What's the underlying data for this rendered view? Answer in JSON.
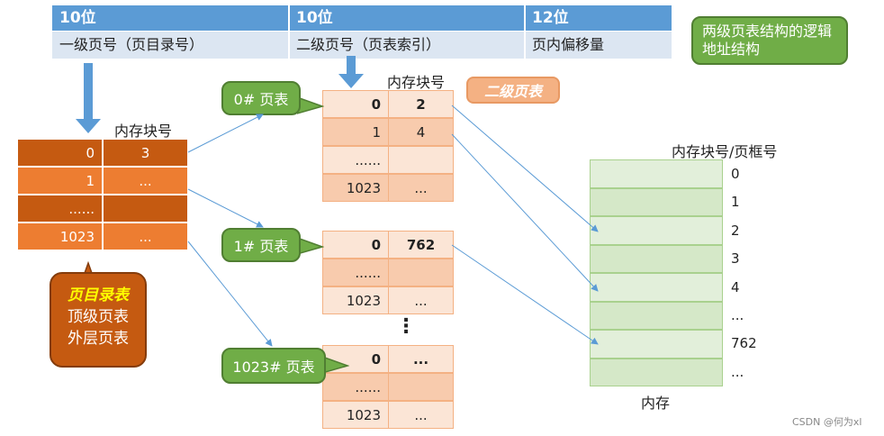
{
  "address_format": {
    "fields": [
      {
        "bits": "10位",
        "name": "一级页号（页目录号）"
      },
      {
        "bits": "10位",
        "name": "二级页号（页表索引）"
      },
      {
        "bits": "12位",
        "name": "页内偏移量"
      }
    ],
    "note": "两级页表结构的逻辑地址结构"
  },
  "page_directory": {
    "header": "内存块号",
    "rows": [
      {
        "index": "0",
        "block": "3"
      },
      {
        "index": "1",
        "block": "..."
      },
      {
        "index": "......",
        "block": ""
      },
      {
        "index": "1023",
        "block": "..."
      }
    ],
    "callout_title": "页目录表",
    "callout_line2": "顶级页表",
    "callout_line3": "外层页表"
  },
  "second_level": {
    "header": "内存块号",
    "label": "二级页表",
    "ellipsis": "⋮",
    "tables": [
      {
        "name": "0# 页表",
        "rows": [
          {
            "index": "0",
            "block": "2"
          },
          {
            "index": "1",
            "block": "4"
          },
          {
            "index": "......",
            "block": ""
          },
          {
            "index": "1023",
            "block": "..."
          }
        ]
      },
      {
        "name": "1# 页表",
        "rows": [
          {
            "index": "0",
            "block": "762"
          },
          {
            "index": "......",
            "block": ""
          },
          {
            "index": "1023",
            "block": "..."
          }
        ]
      },
      {
        "name": "1023# 页表",
        "rows": [
          {
            "index": "0",
            "block": "..."
          },
          {
            "index": "......",
            "block": ""
          },
          {
            "index": "1023",
            "block": "..."
          }
        ]
      }
    ]
  },
  "memory": {
    "header": "内存块号/页框号",
    "labels": [
      "0",
      "1",
      "2",
      "3",
      "4",
      "...",
      "762",
      "..."
    ],
    "caption": "内存"
  },
  "watermark": "CSDN @何为xl",
  "colors": {
    "header_blue": "#5b9bd5",
    "sub_blue": "#dce6f2",
    "green_callout": "#70ad47",
    "orange_dark": "#c55a11",
    "orange_light": "#ed7d31",
    "pink_dark": "#f8cbad",
    "pink_light": "#fbe5d6",
    "memory_green": "#e2efda",
    "arrow_blue": "#5b9bd5"
  }
}
